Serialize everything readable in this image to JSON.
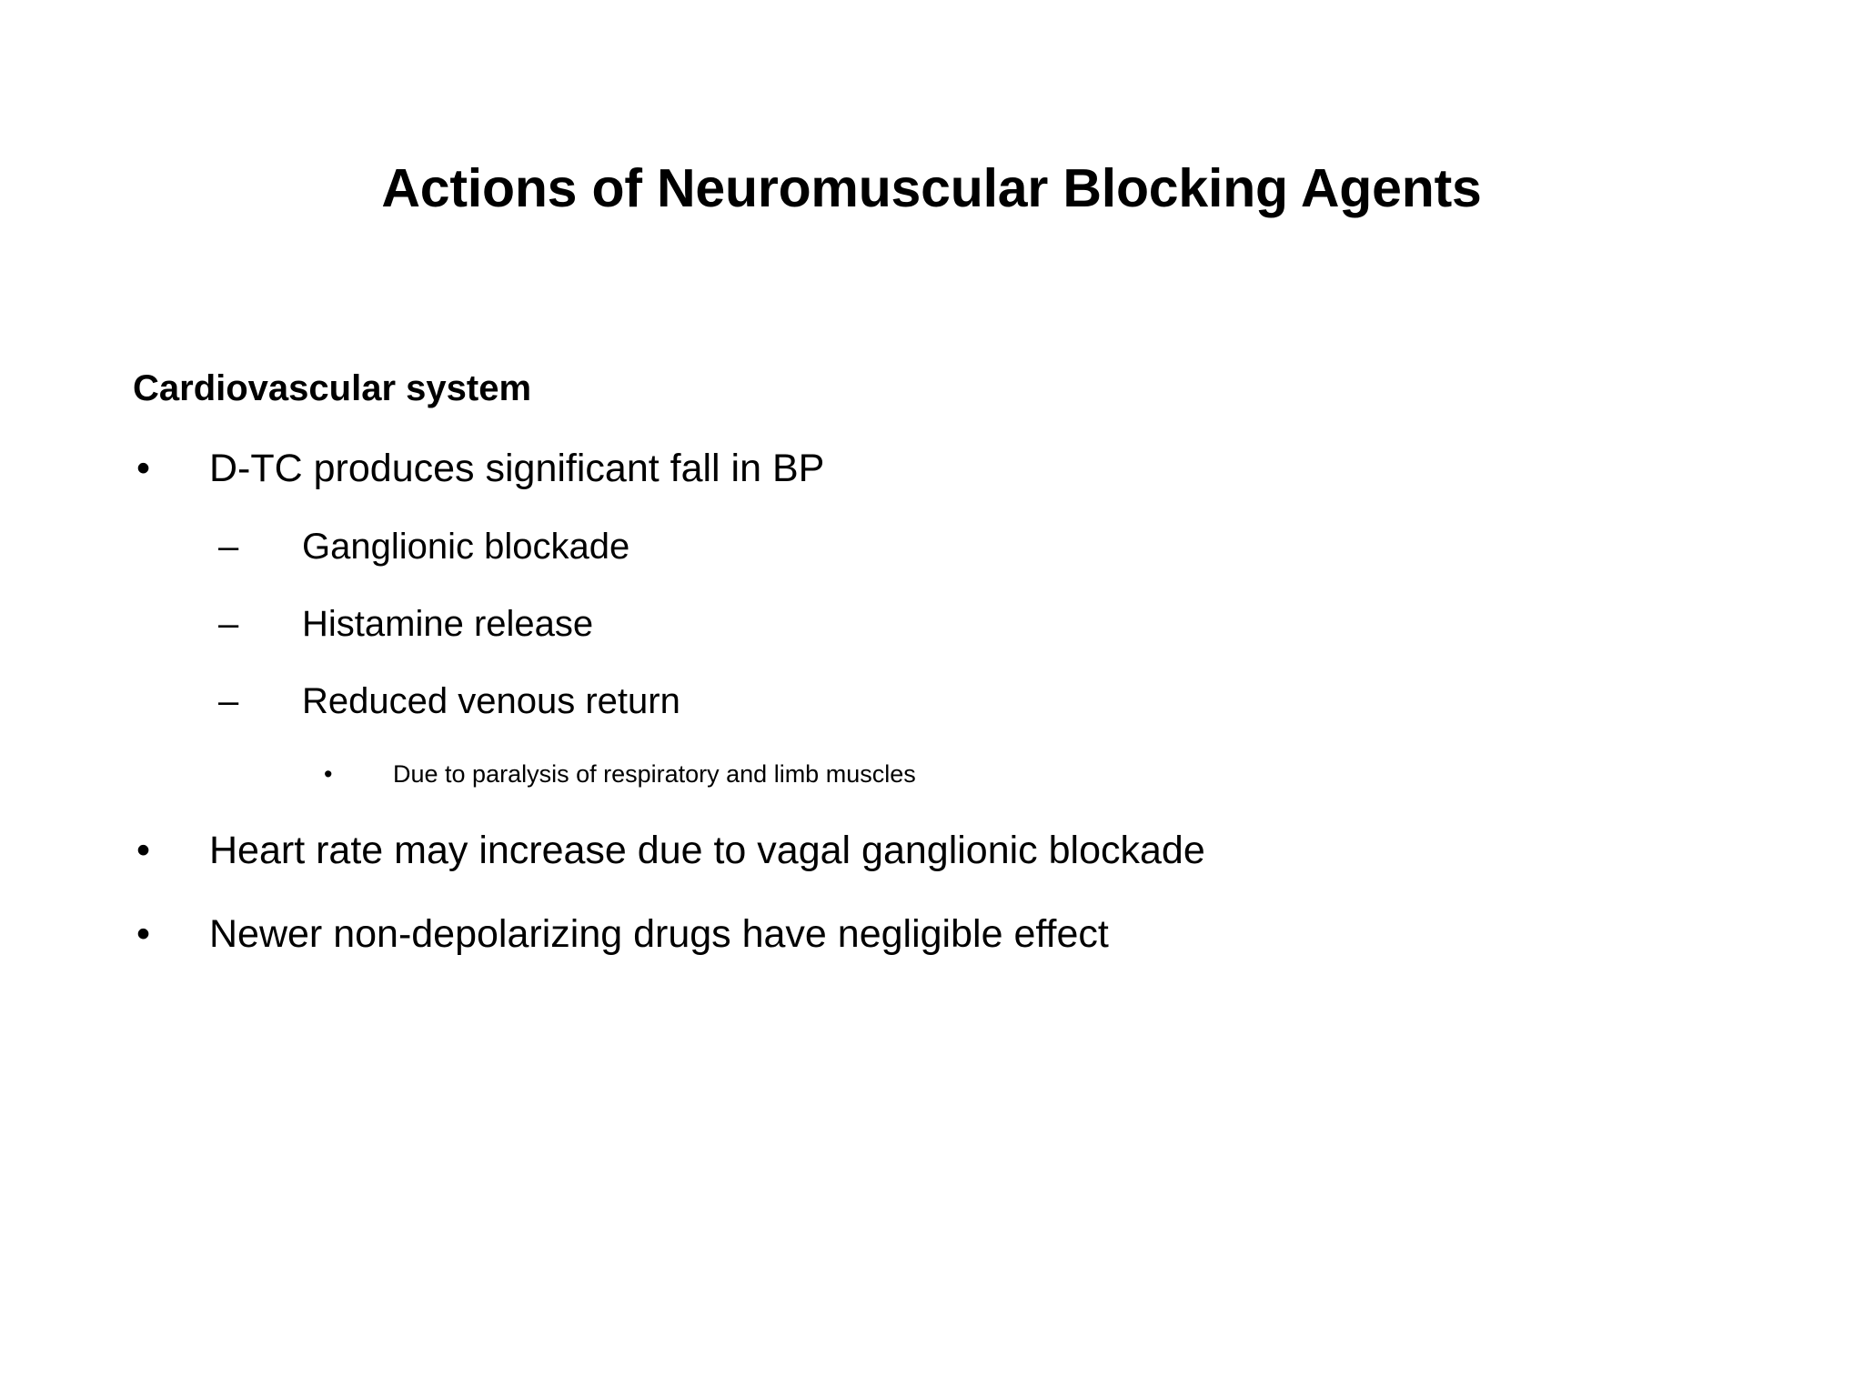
{
  "slide": {
    "background_color": "#FFFFFF",
    "text_color": "#000000",
    "title": "Actions of Neuromuscular Blocking Agents",
    "heading": "Cardiovascular system",
    "bullet_glyph": "•",
    "dash_glyph": "–",
    "content": [
      {
        "level": 1,
        "marker": "•",
        "text": "D-TC produces significant fall in BP"
      },
      {
        "level": 2,
        "marker": "–",
        "text": "Ganglionic blockade"
      },
      {
        "level": 2,
        "marker": "–",
        "text": "Histamine release"
      },
      {
        "level": 2,
        "marker": "–",
        "text": "Reduced venous return"
      },
      {
        "level": 3,
        "marker": "•",
        "text": "Due to paralysis of respiratory and limb muscles"
      },
      {
        "level": 1,
        "marker": "•",
        "text": "Heart rate may increase due to vagal ganglionic blockade"
      },
      {
        "level": 1,
        "marker": "•",
        "text": "Newer non-depolarizing drugs have negligible effect"
      }
    ]
  }
}
